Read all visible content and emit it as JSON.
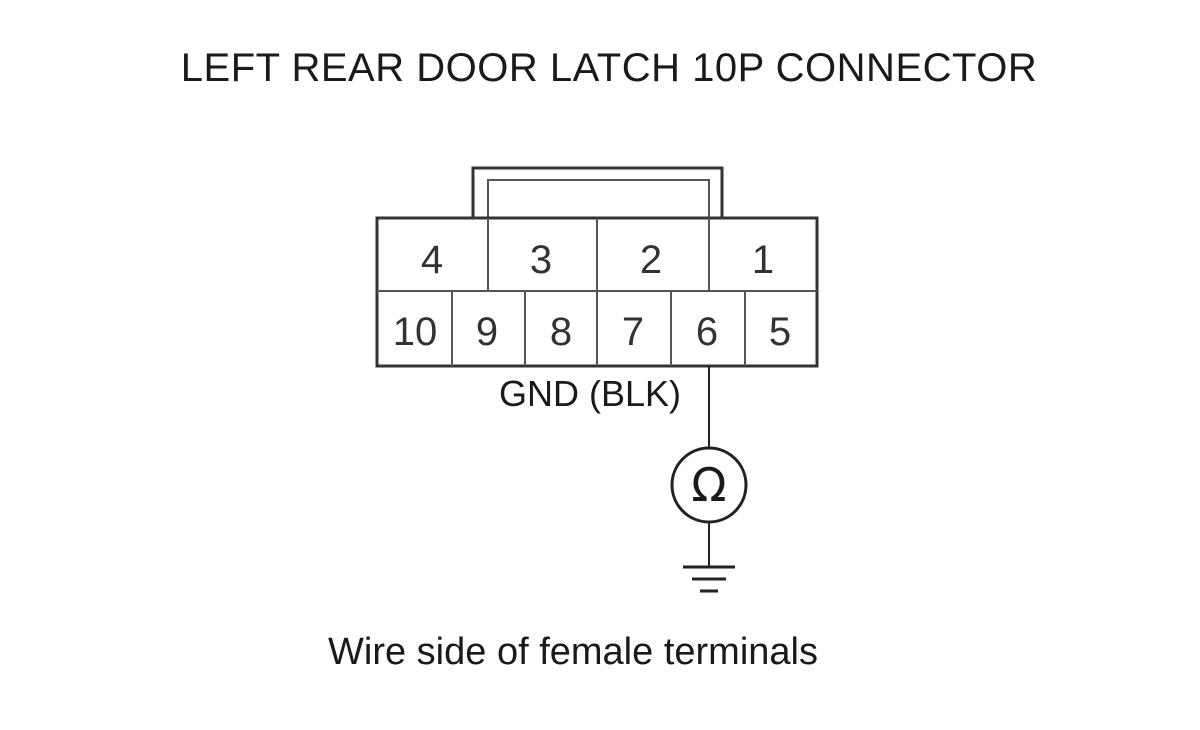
{
  "title": "LEFT REAR DOOR LATCH 10P CONNECTOR",
  "connector": {
    "top_row": [
      "4",
      "3",
      "2",
      "1"
    ],
    "bottom_row": [
      "10",
      "9",
      "8",
      "7",
      "6",
      "5"
    ]
  },
  "probe": {
    "terminal": "6",
    "label": "GND (BLK)",
    "meter_symbol": "Ω",
    "meter_icon": "ohmmeter-icon",
    "ground_icon": "ground-icon"
  },
  "footnote": "Wire side of female terminals",
  "colors": {
    "line": "#222222",
    "cell_border": "#555555",
    "text": "#1a1a1a"
  }
}
